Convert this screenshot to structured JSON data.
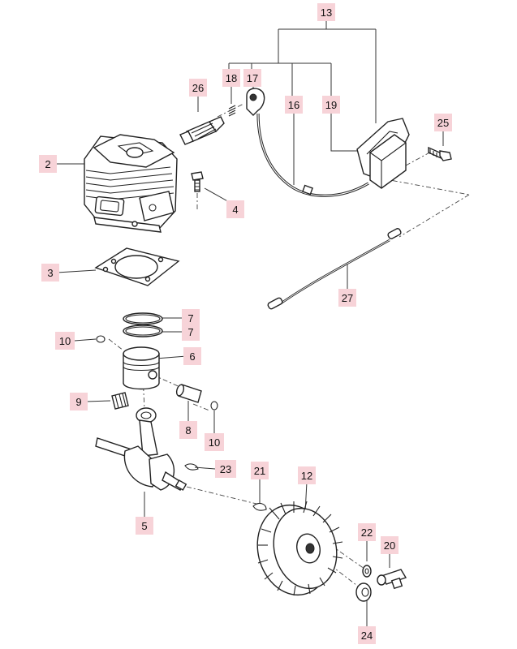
{
  "diagram": {
    "callouts": [
      {
        "id": "p13",
        "label": "13"
      },
      {
        "id": "p18",
        "label": "18"
      },
      {
        "id": "p17",
        "label": "17"
      },
      {
        "id": "p26",
        "label": "26"
      },
      {
        "id": "p16",
        "label": "16"
      },
      {
        "id": "p19",
        "label": "19"
      },
      {
        "id": "p25",
        "label": "25"
      },
      {
        "id": "p2",
        "label": "2"
      },
      {
        "id": "p4",
        "label": "4"
      },
      {
        "id": "p3",
        "label": "3"
      },
      {
        "id": "p27",
        "label": "27"
      },
      {
        "id": "p7a",
        "label": "7"
      },
      {
        "id": "p7b",
        "label": "7"
      },
      {
        "id": "p10a",
        "label": "10"
      },
      {
        "id": "p6",
        "label": "6"
      },
      {
        "id": "p9",
        "label": "9"
      },
      {
        "id": "p8",
        "label": "8"
      },
      {
        "id": "p10b",
        "label": "10"
      },
      {
        "id": "p21",
        "label": "21"
      },
      {
        "id": "p12",
        "label": "12"
      },
      {
        "id": "p23",
        "label": "23"
      },
      {
        "id": "p5",
        "label": "5"
      },
      {
        "id": "p22",
        "label": "22"
      },
      {
        "id": "p20",
        "label": "20"
      },
      {
        "id": "p24",
        "label": "24"
      }
    ]
  }
}
